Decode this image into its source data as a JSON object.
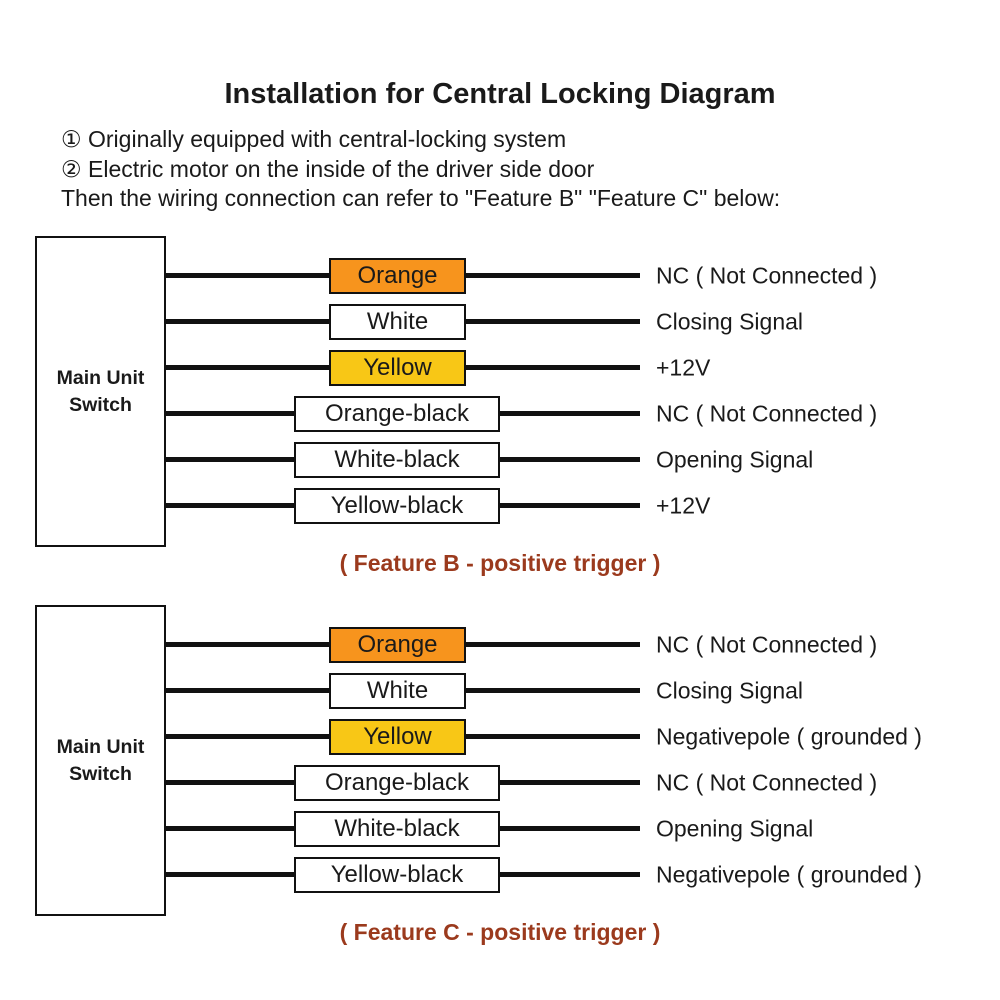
{
  "page": {
    "title": "Installation for Central Locking Diagram",
    "notes": [
      "① Originally equipped with central-locking system",
      "② Electric motor on the inside of the driver side door",
      "Then the wiring connection can refer to \"Feature B\" \"Feature C\" below:"
    ]
  },
  "colors": {
    "orange_wire_box": "#f7941d",
    "yellow_wire_box": "#f8c716",
    "white_wire_box": "#ffffff",
    "wire_line": "#111111",
    "caption_text": "#9b3a1d"
  },
  "diagrams": [
    {
      "source_label": "Main Unit Switch",
      "caption": "( Feature B - positive trigger )",
      "rows": [
        {
          "wire": "Orange",
          "wire_color": "orange",
          "signal": "NC ( Not Connected )"
        },
        {
          "wire": "White",
          "wire_color": "white",
          "signal": "Closing Signal"
        },
        {
          "wire": "Yellow",
          "wire_color": "yellow",
          "signal": "+12V"
        },
        {
          "wire": "Orange-black",
          "wire_color": "white",
          "signal": "NC ( Not Connected )"
        },
        {
          "wire": "White-black",
          "wire_color": "white",
          "signal": "Opening Signal"
        },
        {
          "wire": "Yellow-black",
          "wire_color": "white",
          "signal": "+12V"
        }
      ]
    },
    {
      "source_label": "Main Unit Switch",
      "caption": "( Feature C - positive trigger )",
      "rows": [
        {
          "wire": "Orange",
          "wire_color": "orange",
          "signal": "NC ( Not Connected )"
        },
        {
          "wire": "White",
          "wire_color": "white",
          "signal": "Closing Signal"
        },
        {
          "wire": "Yellow",
          "wire_color": "yellow",
          "signal": "Negativepole ( grounded )"
        },
        {
          "wire": "Orange-black",
          "wire_color": "white",
          "signal": "NC ( Not Connected )"
        },
        {
          "wire": "White-black",
          "wire_color": "white",
          "signal": "Opening Signal"
        },
        {
          "wire": "Yellow-black",
          "wire_color": "white",
          "signal": "Negativepole ( grounded )"
        }
      ]
    }
  ]
}
